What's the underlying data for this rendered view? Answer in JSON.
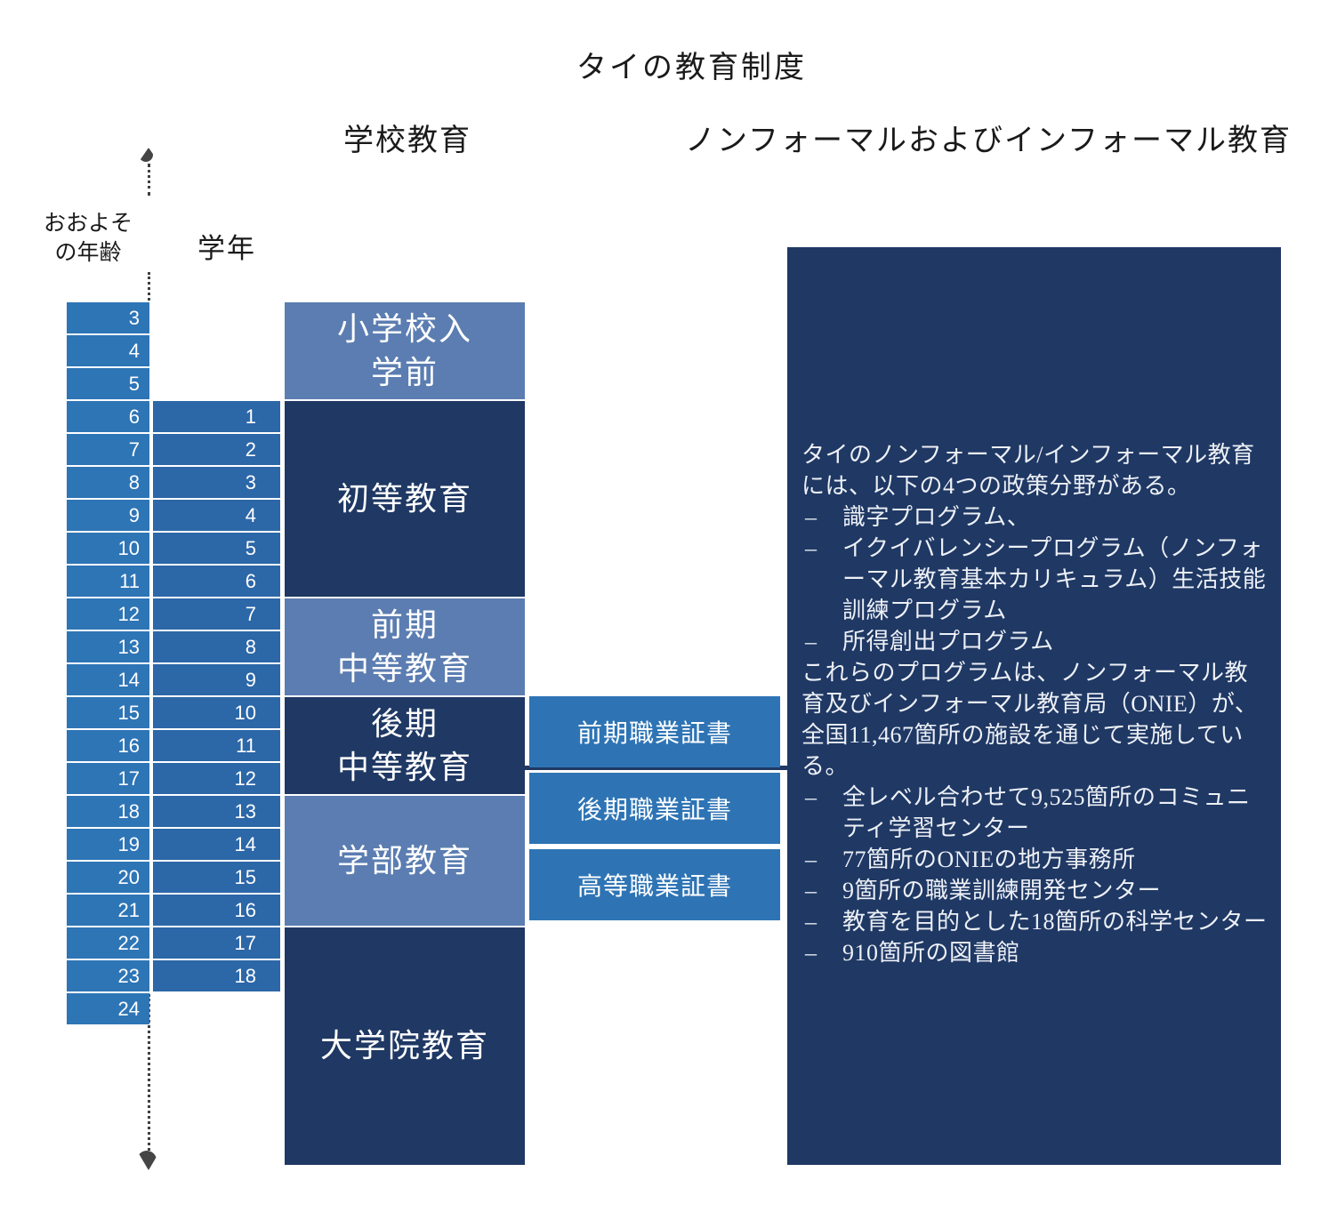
{
  "title": "タイの教育制度",
  "headers": {
    "school": "学校教育",
    "nonformal": "ノンフォーマルおよびインフォーマル教育"
  },
  "axis": {
    "age_label": "おおよそ\nの年齢",
    "grade_label": "学年",
    "ages": [
      3,
      4,
      5,
      6,
      7,
      8,
      9,
      10,
      11,
      12,
      13,
      14,
      15,
      16,
      17,
      18,
      19,
      20,
      21,
      22,
      23,
      24
    ],
    "grades": [
      1,
      2,
      3,
      4,
      5,
      6,
      7,
      8,
      9,
      10,
      11,
      12,
      13,
      14,
      15,
      16,
      17,
      18
    ]
  },
  "education_blocks": [
    {
      "id": "pre-primary",
      "label": "小学校入\n学前",
      "tone": "light",
      "row_start": 0,
      "row_span": 3
    },
    {
      "id": "primary",
      "label": "初等教育",
      "tone": "dark",
      "row_start": 3,
      "row_span": 6
    },
    {
      "id": "lower-secondary",
      "label": "前期\n中等教育",
      "tone": "light",
      "row_start": 9,
      "row_span": 3
    },
    {
      "id": "upper-secondary",
      "label": "後期\n中等教育",
      "tone": "dark",
      "row_start": 12,
      "row_span": 3
    },
    {
      "id": "undergraduate",
      "label": "学部教育",
      "tone": "light",
      "row_start": 15,
      "row_span": 4
    },
    {
      "id": "graduate",
      "label": "大学院教育",
      "tone": "dark",
      "row_start": 19,
      "row_span": 8,
      "extend_to_bottom": true
    }
  ],
  "vocational_certificates": [
    "前期職業証書",
    "後期職業証書",
    "高等職業証書"
  ],
  "info_box": {
    "bullet_marker": "–",
    "paragraphs": [
      {
        "type": "text",
        "text": "タイのノンフォーマル/インフォーマル教育には、以下の4つの政策分野がある。"
      },
      {
        "type": "bullet",
        "text": "識字プログラム、"
      },
      {
        "type": "bullet",
        "text": "イクイバレンシープログラム（ノンフォーマル教育基本カリキュラム）生活技能訓練プログラム"
      },
      {
        "type": "bullet",
        "text": "所得創出プログラム"
      },
      {
        "type": "text",
        "text": "これらのプログラムは、ノンフォーマル教育及びインフォーマル教育局（ONIE）が、全国11,467箇所の施設を通じて実施している。"
      },
      {
        "type": "bullet",
        "text": "全レベル合わせて9,525箇所のコミュニティ学習センター"
      },
      {
        "type": "bullet",
        "text": "77箇所のONIEの地方事務所"
      },
      {
        "type": "bullet",
        "text": "9箇所の職業訓練開発センター"
      },
      {
        "type": "bullet",
        "text": "教育を目的とした18箇所の科学センター"
      },
      {
        "type": "bullet",
        "text": "910箇所の図書館"
      }
    ]
  },
  "colors": {
    "age_cell": "#2e75b6",
    "grade_cell": "#2c67a8",
    "block_light": "#5b7db1",
    "block_dark": "#1f3864",
    "voc_box": "#2e74b5",
    "info_box": "#1f3864"
  }
}
